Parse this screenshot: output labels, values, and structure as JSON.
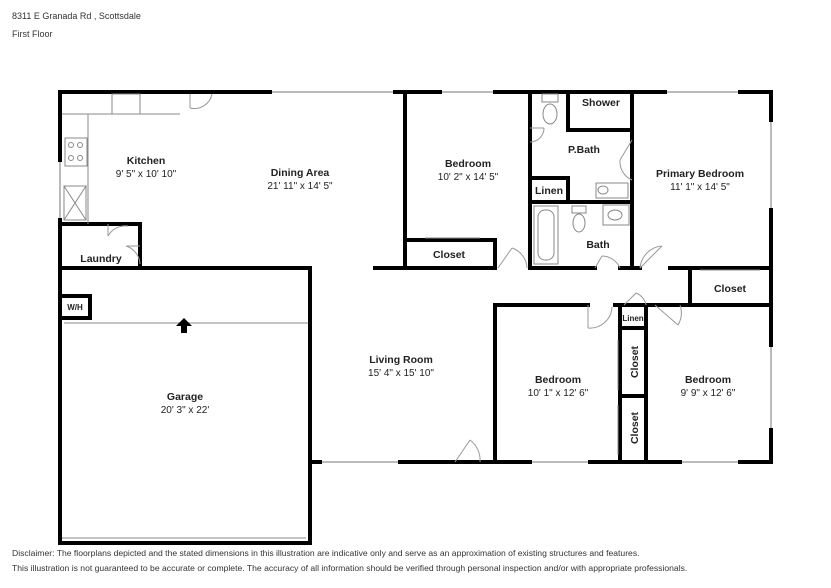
{
  "header": {
    "address": "8311 E Granada Rd , Scottsdale",
    "floor": "First Floor"
  },
  "rooms": {
    "kitchen": {
      "name": "Kitchen",
      "dims": "9' 5\" x 10' 10\""
    },
    "dining": {
      "name": "Dining Area",
      "dims": "21' 11\" x 14' 5\""
    },
    "bedroom1": {
      "name": "Bedroom",
      "dims": "10' 2\" x 14' 5\""
    },
    "closet1": {
      "name": "Closet"
    },
    "shower": {
      "name": "Shower"
    },
    "pbath": {
      "name": "P.Bath"
    },
    "linen1": {
      "name": "Linen"
    },
    "bath": {
      "name": "Bath"
    },
    "primary": {
      "name": "Primary Bedroom",
      "dims": "11' 1\" x 14' 5\""
    },
    "closet_primary": {
      "name": "Closet"
    },
    "laundry": {
      "name": "Laundry"
    },
    "wh": {
      "name": "W/H"
    },
    "garage": {
      "name": "Garage",
      "dims": "20' 3\" x 22'"
    },
    "living": {
      "name": "Living Room",
      "dims": "15' 4\" x 15' 10\""
    },
    "linen2": {
      "name": "Linen"
    },
    "bedroom2": {
      "name": "Bedroom",
      "dims": "10' 1\" x 12' 6\""
    },
    "closet2": {
      "name": "Closet"
    },
    "closet3": {
      "name": "Closet"
    },
    "bedroom3": {
      "name": "Bedroom",
      "dims": "9' 9\" x 12' 6\""
    }
  },
  "disclaimer": {
    "line1": "Disclaimer: The floorplans depicted and the stated dimensions in this illustration are indicative only and serve as an approximation of existing structures and features.",
    "line2": "This illustration is not guaranteed to be accurate or complete. The accuracy of all information should be verified through personal inspection and/or with appropriate professionals."
  },
  "colors": {
    "wall": "#000000",
    "fixture": "#888888",
    "window": "#bbbbbb"
  }
}
